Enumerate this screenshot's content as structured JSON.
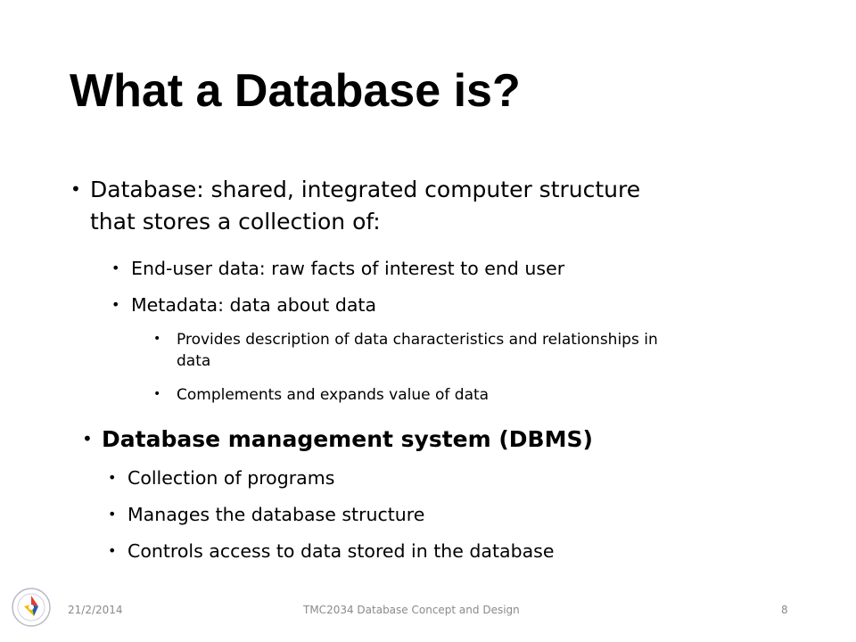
{
  "slide": {
    "title": "What a Database is?",
    "bullets": [
      {
        "text_line1": "Database: shared, integrated computer structure",
        "text_line2": "that stores a collection of:"
      },
      {
        "text": "End-user data: raw facts of interest to end user"
      },
      {
        "text": "Metadata: data about data"
      },
      {
        "text_line1": "Provides description of data characteristics and relationships in",
        "text_line2": "data"
      },
      {
        "text": "Complements and expands value of data"
      },
      {
        "text": "Database management system (DBMS)"
      },
      {
        "text": "Collection of programs"
      },
      {
        "text": "Manages the database structure"
      },
      {
        "text": "Controls access to data stored in the database"
      }
    ],
    "bullet_glyph": "•"
  },
  "footer": {
    "date": "21/2/2014",
    "course": "TMC2034 Database Concept and Design",
    "page_number": "8"
  },
  "logo": {
    "icon": "university-seal-icon",
    "colors": [
      "#e63a2e",
      "#f5b800",
      "#1f5fa8"
    ]
  }
}
